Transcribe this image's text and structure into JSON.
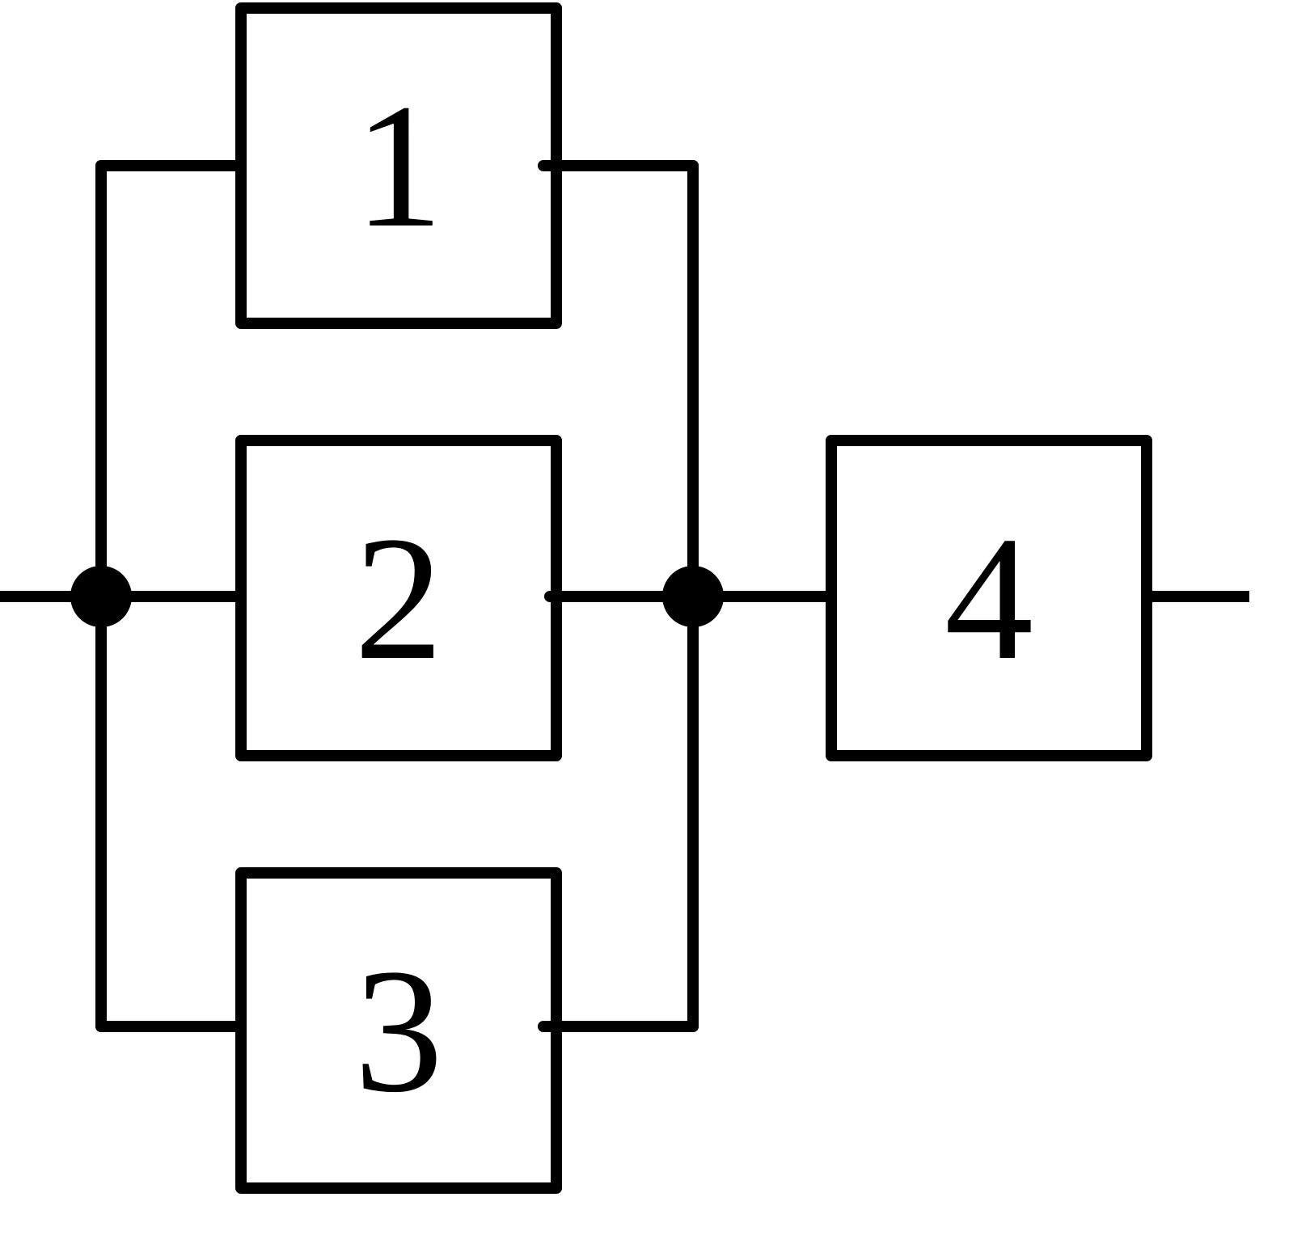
{
  "diagram": {
    "blocks": [
      {
        "label": "1"
      },
      {
        "label": "2"
      },
      {
        "label": "3"
      },
      {
        "label": "4"
      }
    ],
    "colors": {
      "stroke": "#000000",
      "background": "#ffffff"
    }
  }
}
